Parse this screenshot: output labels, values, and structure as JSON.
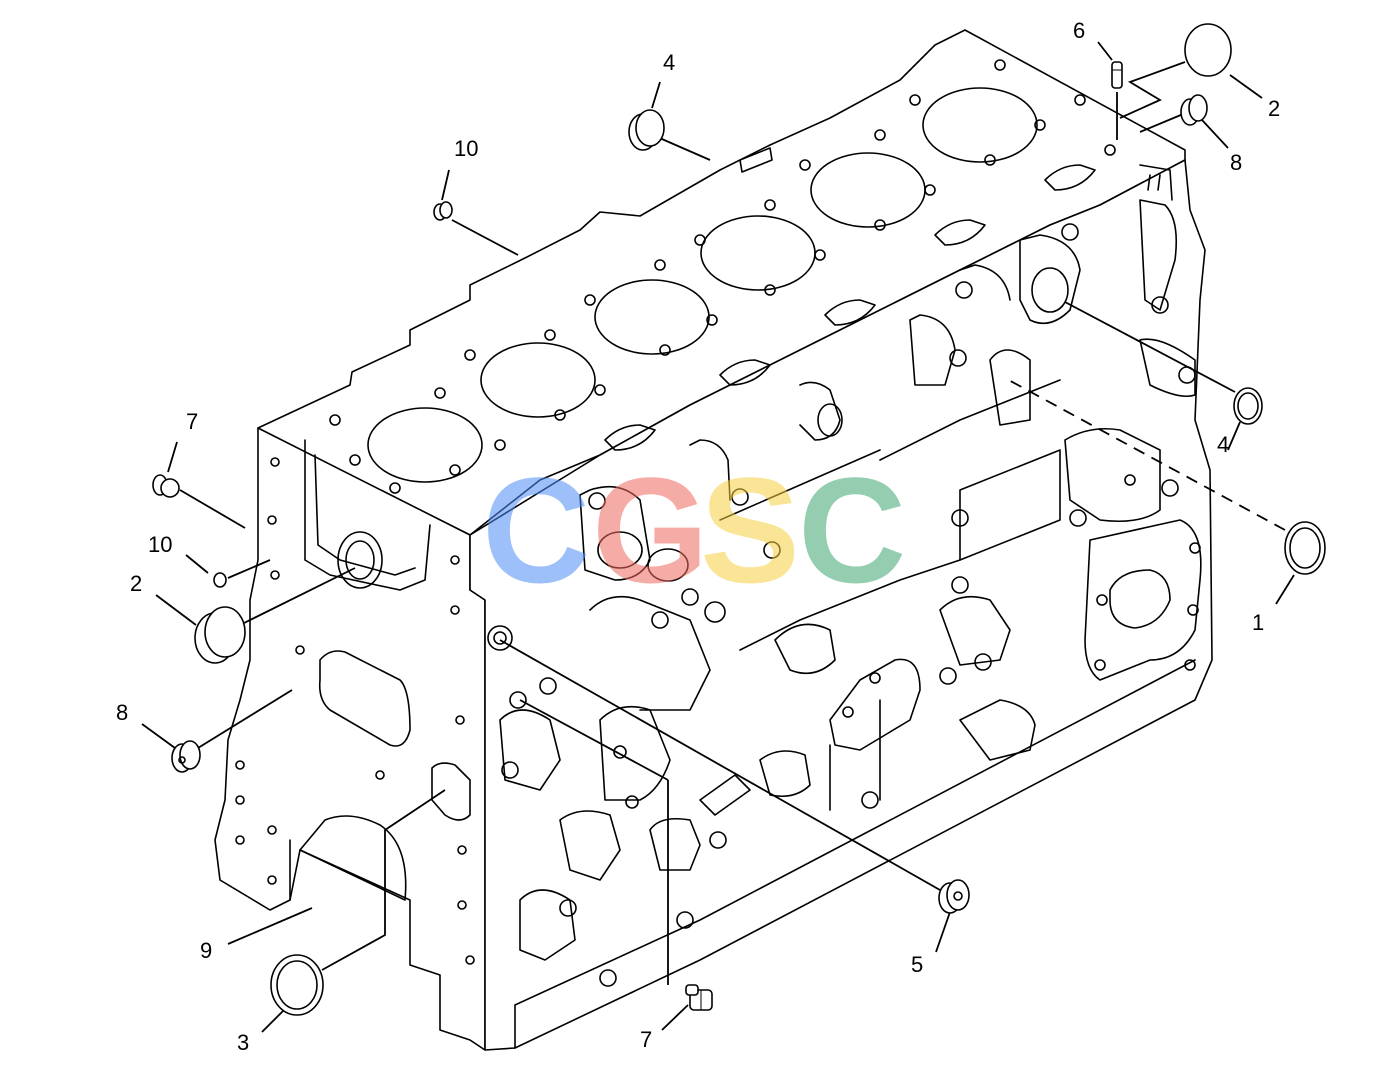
{
  "diagram": {
    "callouts": [
      {
        "id": "c6-top",
        "label": "6"
      },
      {
        "id": "c2-top",
        "label": "2"
      },
      {
        "id": "c8-top",
        "label": "8"
      },
      {
        "id": "c4-top",
        "label": "4"
      },
      {
        "id": "c10-top",
        "label": "10"
      },
      {
        "id": "c7-left",
        "label": "7"
      },
      {
        "id": "c10-left",
        "label": "10"
      },
      {
        "id": "c2-left",
        "label": "2"
      },
      {
        "id": "c8-left",
        "label": "8"
      },
      {
        "id": "c9",
        "label": "9"
      },
      {
        "id": "c3",
        "label": "3"
      },
      {
        "id": "c7-bottom",
        "label": "7"
      },
      {
        "id": "c5",
        "label": "5"
      },
      {
        "id": "c1",
        "label": "1"
      },
      {
        "id": "c4-right",
        "label": "4"
      }
    ]
  },
  "watermark": {
    "letters": [
      "C",
      "G",
      "S",
      "C"
    ],
    "colors": [
      "#4f8ef7",
      "#ef6a5f",
      "#f7cf3f",
      "#3ea66f"
    ]
  }
}
